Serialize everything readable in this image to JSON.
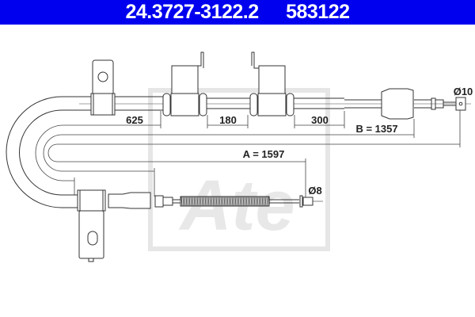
{
  "header": {
    "part_number": "24.3727-3122.2",
    "article_number": "583122",
    "background_color": "#0000ee"
  },
  "dimensions": {
    "d1": "625",
    "d2": "180",
    "d3": "300",
    "b": "B = 1357",
    "a": "A = 1597",
    "dia_end_top": "Ø10",
    "dia_end_bottom": "Ø8"
  },
  "watermark": {
    "logo_text": "Ate"
  }
}
